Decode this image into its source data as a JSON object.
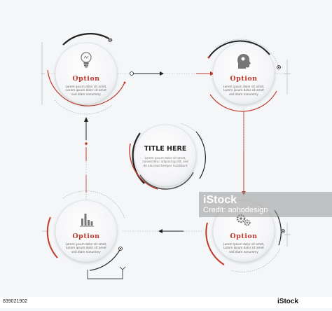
{
  "center": {
    "title": "TITLE HERE",
    "body": "Lorem ipsum dolor sit amet, consectetur adipiscing elit, sed do eiusmod tempor incididunt"
  },
  "nodes": [
    {
      "id": "top-left",
      "icon": "lightbulb-icon",
      "title": "Option",
      "body_line1": "Lorem ipsum dolor sit amet,",
      "body_line2": "Lorem ipsum dolor sit amet",
      "body_line3": "sed diam nonummy"
    },
    {
      "id": "top-right",
      "icon": "head-profile-icon",
      "title": "Option",
      "body_line1": "Lorem ipsum dolor sit amet,",
      "body_line2": "Lorem ipsum dolor sit amet",
      "body_line3": "sed diam nonummy"
    },
    {
      "id": "bottom-right",
      "icon": "gears-icon",
      "title": "Option",
      "body_line1": "Lorem ipsum dolor sit amet,",
      "body_line2": "Lorem ipsum dolor sit amet",
      "body_line3": "sed diam nonummy"
    },
    {
      "id": "bottom-left",
      "icon": "bar-chart-icon",
      "title": "Option",
      "body_line1": "Lorem ipsum dolor sit amet,",
      "body_line2": "Lorem ipsum dolor sit amet",
      "body_line3": "sed diam nonummy"
    }
  ],
  "watermark": {
    "line1": "iStock",
    "line2": "Credit: aohodesign"
  },
  "footer": {
    "image_id": "839021902",
    "logo": "iStock"
  },
  "colors": {
    "accent_red": "#c0392b",
    "dark": "#222222",
    "light_gray": "#d8dce0"
  }
}
